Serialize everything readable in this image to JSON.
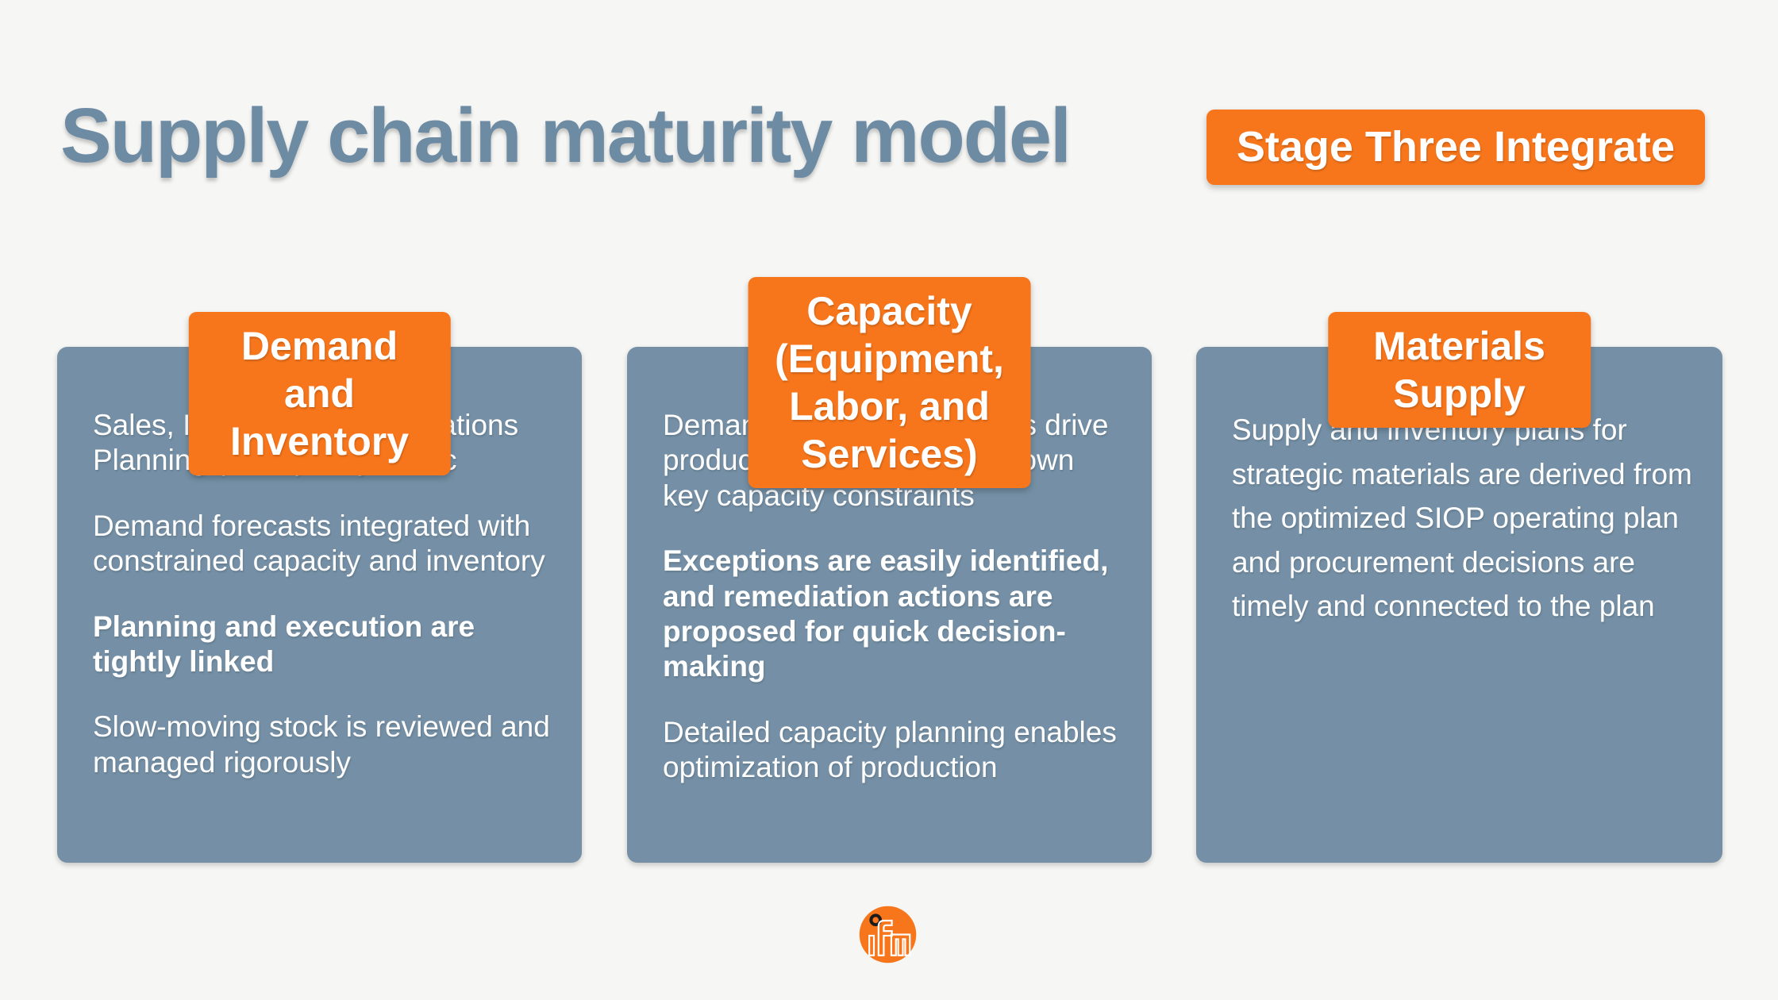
{
  "page": {
    "title": "Supply chain maturity model",
    "stage_badge": "Stage Three Integrate"
  },
  "colors": {
    "accent_orange": "#F8761B",
    "card_blue_gray": "#7590A6",
    "title_slate_blue": "#6E8BA4",
    "background": "#F6F6F4",
    "card_text": "#FFFFFF"
  },
  "columns": [
    {
      "header": "Demand and Inventory",
      "paragraphs": [
        {
          "text": "Sales, Inventory, and Operations Planning (SIOP) is systemic",
          "bold": false
        },
        {
          "text": "Demand forecasts integrated with constrained capacity and inventory",
          "bold": false
        },
        {
          "text": "Planning and execution are tightly linked",
          "bold": true
        },
        {
          "text": "Slow-moving stock is reviewed and managed rigorously",
          "bold": false
        }
      ]
    },
    {
      "header": "Capacity (Equipment,\nLabor, and Services)",
      "paragraphs": [
        {
          "text": "Demand and inventory plans drive production plans against known key capacity constraints",
          "bold": false
        },
        {
          "text": "Exceptions are easily identified, and remediation actions are proposed for quick decision-making",
          "bold": true
        },
        {
          "text": "Detailed capacity planning enables optimization of production",
          "bold": false
        }
      ]
    },
    {
      "header": "Materials Supply",
      "paragraphs": [
        {
          "text": "Supply and inventory plans for strategic materials are derived from the optimized SIOP operating plan and procurement decisions are timely and connected to the plan",
          "bold": false
        }
      ]
    }
  ],
  "footer": {
    "logo": "ifm"
  }
}
